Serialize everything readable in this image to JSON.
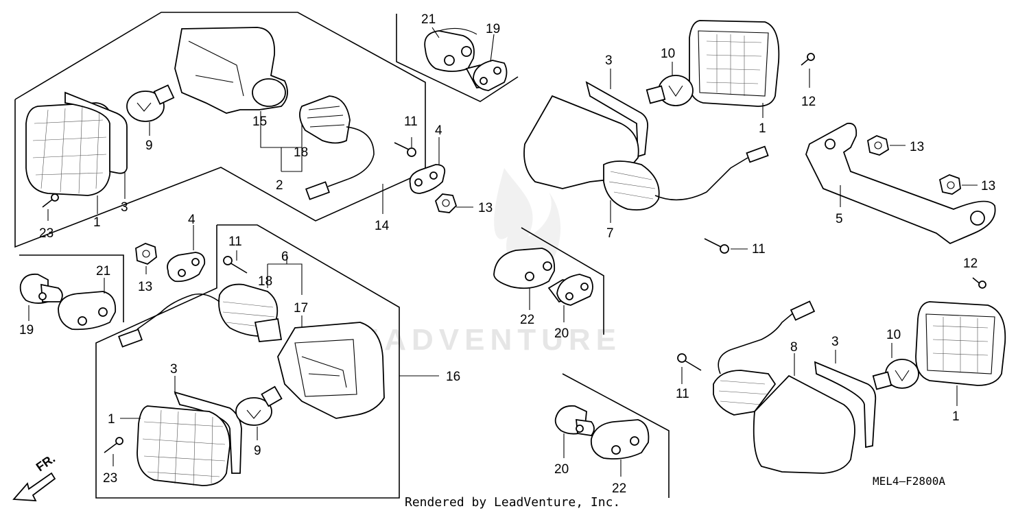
{
  "diagram": {
    "drawing_code": "MEL4–F2800A",
    "credit": "Rendered by LeadVenture, Inc.",
    "watermark": "LEADVENTURE",
    "direction_label": "FR.",
    "callouts": [
      {
        "id": "c-1a",
        "text": "1"
      },
      {
        "id": "c-3a",
        "text": "3"
      },
      {
        "id": "c-23a",
        "text": "23"
      },
      {
        "id": "c-9a",
        "text": "9"
      },
      {
        "id": "c-15",
        "text": "15"
      },
      {
        "id": "c-18a",
        "text": "18"
      },
      {
        "id": "c-2",
        "text": "2"
      },
      {
        "id": "c-14",
        "text": "14"
      },
      {
        "id": "c-11a",
        "text": "11"
      },
      {
        "id": "c-4a",
        "text": "4"
      },
      {
        "id": "c-13a",
        "text": "13"
      },
      {
        "id": "c-21a",
        "text": "21"
      },
      {
        "id": "c-19a",
        "text": "19"
      },
      {
        "id": "c-3b",
        "text": "3"
      },
      {
        "id": "c-10a",
        "text": "10"
      },
      {
        "id": "c-1b",
        "text": "1"
      },
      {
        "id": "c-12a",
        "text": "12"
      },
      {
        "id": "c-13b",
        "text": "13"
      },
      {
        "id": "c-13c",
        "text": "13"
      },
      {
        "id": "c-5",
        "text": "5"
      },
      {
        "id": "c-7",
        "text": "7"
      },
      {
        "id": "c-11b",
        "text": "11"
      },
      {
        "id": "c-12b",
        "text": "12"
      },
      {
        "id": "c-4b",
        "text": "4"
      },
      {
        "id": "c-13d",
        "text": "13"
      },
      {
        "id": "c-11c",
        "text": "11"
      },
      {
        "id": "c-6",
        "text": "6"
      },
      {
        "id": "c-18b",
        "text": "18"
      },
      {
        "id": "c-17",
        "text": "17"
      },
      {
        "id": "c-16",
        "text": "16"
      },
      {
        "id": "c-21b",
        "text": "21"
      },
      {
        "id": "c-19b",
        "text": "19"
      },
      {
        "id": "c-22a",
        "text": "22"
      },
      {
        "id": "c-20a",
        "text": "20"
      },
      {
        "id": "c-3c",
        "text": "3"
      },
      {
        "id": "c-1c",
        "text": "1"
      },
      {
        "id": "c-23b",
        "text": "23"
      },
      {
        "id": "c-9b",
        "text": "9"
      },
      {
        "id": "c-8",
        "text": "8"
      },
      {
        "id": "c-3d",
        "text": "3"
      },
      {
        "id": "c-10b",
        "text": "10"
      },
      {
        "id": "c-1d",
        "text": "1"
      },
      {
        "id": "c-11d",
        "text": "11"
      },
      {
        "id": "c-20b",
        "text": "20"
      },
      {
        "id": "c-22b",
        "text": "22"
      }
    ]
  }
}
